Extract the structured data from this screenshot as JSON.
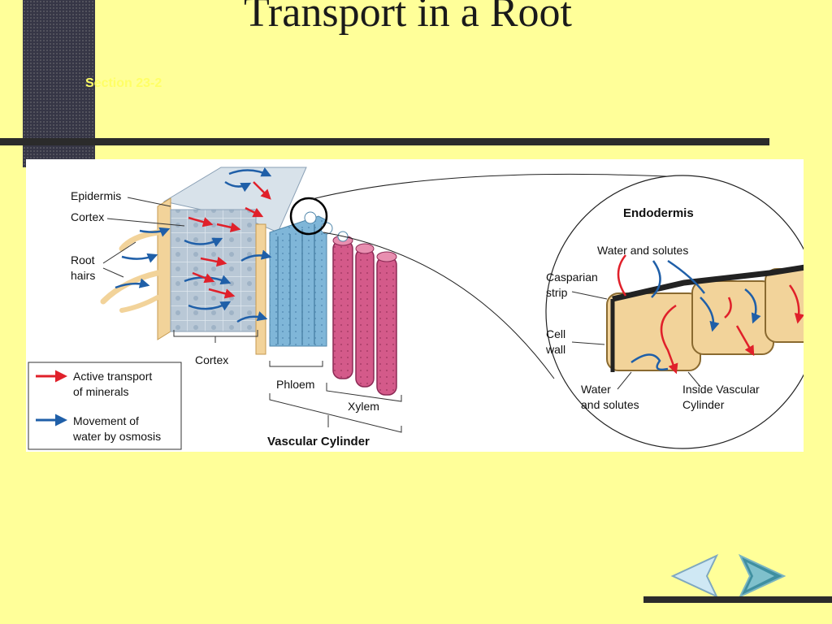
{
  "slide": {
    "title": "Transport in a Root",
    "section": "Section 23-2"
  },
  "diagram": {
    "labels": {
      "epidermis": "Epidermis",
      "cortex_top": "Cortex",
      "root_hairs_1": "Root",
      "root_hairs_2": "hairs",
      "cortex_bottom": "Cortex",
      "phloem": "Phloem",
      "xylem": "Xylem",
      "vascular_cylinder": "Vascular Cylinder",
      "endodermis": "Endodermis",
      "water_solutes_top": "Water and solutes",
      "casparian_1": "Casparian",
      "casparian_2": "strip",
      "cell_wall_1": "Cell",
      "cell_wall_2": "wall",
      "water_1": "Water",
      "water_2": "and solutes",
      "inside_1": "Inside Vascular",
      "inside_2": "Cylinder"
    },
    "legend": {
      "active_1": "Active transport",
      "active_2": "of minerals",
      "osmosis_1": "Movement of",
      "osmosis_2": "water by osmosis"
    },
    "colors": {
      "active_arrow": "#e0202a",
      "osmosis_arrow": "#1f5fa8",
      "epidermis": "#f2d39a",
      "cortex": "#b9c8d6",
      "phloem": "#7fb6d8",
      "xylem": "#d45a8a"
    }
  },
  "navigation": {
    "prev_icon": "left-arrow-icon",
    "next_icon": "right-arrow-icon"
  }
}
